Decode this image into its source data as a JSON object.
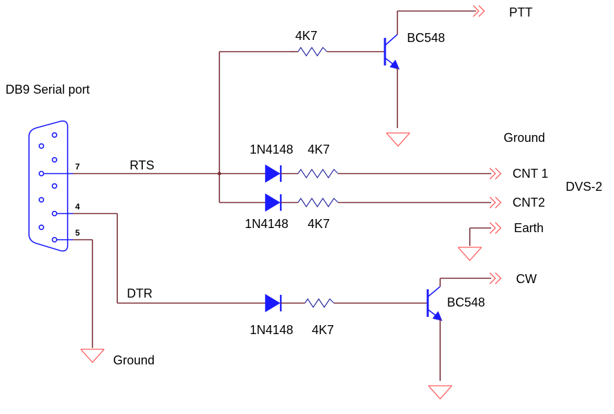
{
  "connector": {
    "title": "DB9 Serial port",
    "pin_rts": "7",
    "pin_dtr": "4",
    "pin_gnd": "5"
  },
  "signals": {
    "rts": "RTS",
    "dtr": "DTR"
  },
  "components": {
    "res_ptt": "4K7",
    "res_cnt1": "4K7",
    "res_cnt2": "4K7",
    "res_cw": "4K7",
    "diode_cnt1": "1N4148",
    "diode_cnt2": "1N4148",
    "diode_cw": "1N4148",
    "transistor_ptt": "BC548",
    "transistor_cw": "BC548"
  },
  "outputs": {
    "ptt": "PTT",
    "cnt1": "CNT 1",
    "cnt2": "CNT2",
    "earth": "Earth",
    "cw": "CW",
    "device": "DVS-2"
  },
  "grounds": {
    "ground_right": "Ground",
    "ground_bottom": "Ground"
  }
}
